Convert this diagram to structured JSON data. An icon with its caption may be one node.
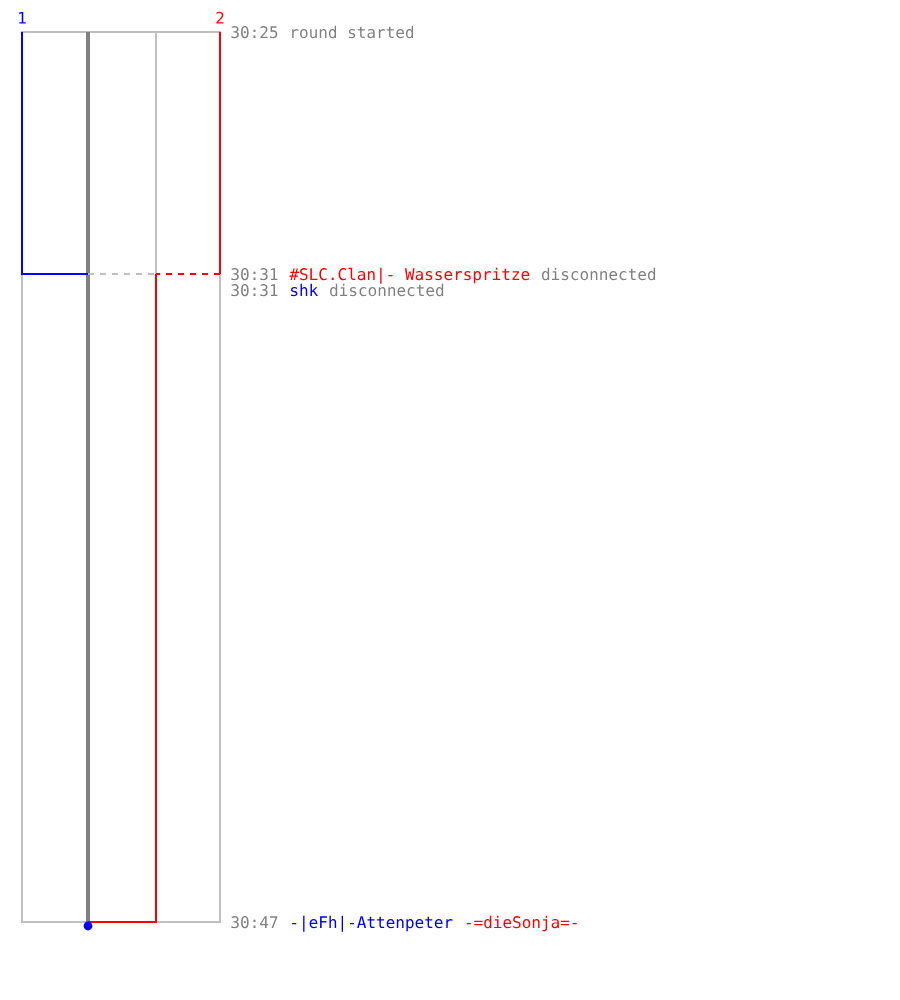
{
  "diagram": {
    "labels": [
      "1",
      "2",
      "30:25",
      "round started",
      "30:31",
      "#SLC.Clan|- Wasserspritze",
      "disconnected",
      "30:31",
      "shk",
      "disconnected",
      "30:47",
      "-|eFh|-Attenpeter",
      "-=dieSonja=-"
    ]
  }
}
